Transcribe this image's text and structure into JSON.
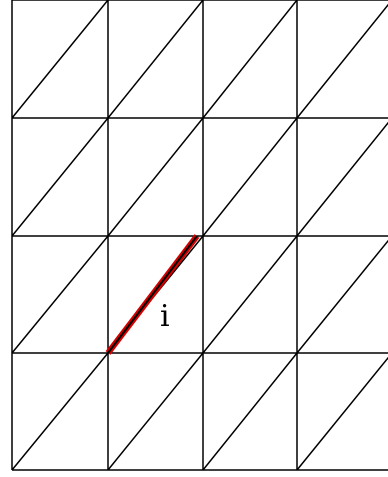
{
  "mesh": {
    "rows": 4,
    "cols": 4,
    "line_color": "#000000",
    "highlight_color": "#d40000",
    "highlighted_edge": {
      "row": 2,
      "col": 1
    },
    "edge_label": "i"
  }
}
